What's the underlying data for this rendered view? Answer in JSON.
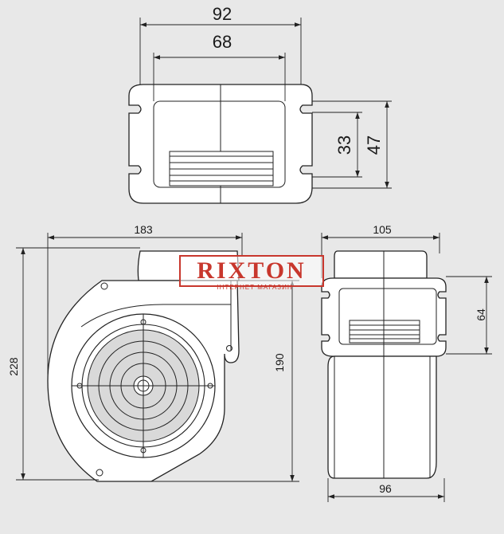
{
  "dimensions": {
    "top_width_outer": "92",
    "top_width_inner": "68",
    "top_height_inner": "33",
    "top_height_outer": "47",
    "side_width": "183",
    "side_height_total": "228",
    "side_height_body": "190",
    "front_width_top": "105",
    "front_flange_height": "64",
    "front_width_bottom": "96"
  },
  "watermark": {
    "brand": "RIXTON",
    "tagline": "ІНТЕРНЕТ МАГАЗИН"
  },
  "colors": {
    "background": "#e8e8e8",
    "line": "#222222",
    "brand": "#c8372d"
  }
}
